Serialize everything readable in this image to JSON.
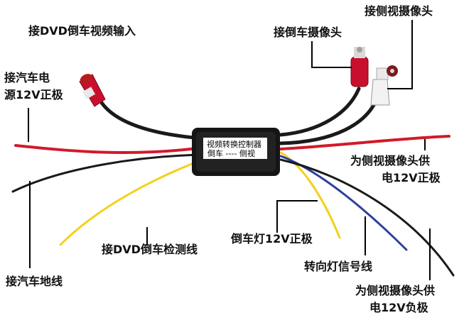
{
  "box": {
    "line1": "视频转换控制器",
    "line2": "倒车 ---- 侧视"
  },
  "labels": {
    "dvd_video_in": "接DVD倒车视频输入",
    "rear_camera": "接倒车摄像头",
    "side_camera": "接侧视摄像头",
    "power_12v_line1": "接汽车电",
    "power_12v_line2": "源12V正极",
    "side_cam_power_pos_line1": "为侧视摄像头供",
    "side_cam_power_pos_line2": "电12V正极",
    "dvd_reverse_detect": "接DVD倒车检测线",
    "reverse_light_12v": "倒车灯12V正极",
    "turn_signal": "转向灯信号线",
    "ground": "接汽车地线",
    "side_cam_power_neg_line1": "为侧视摄像头供",
    "side_cam_power_neg_line2": "电12V负极"
  },
  "colors": {
    "red_wire": "#d11a2a",
    "black_wire": "#1a1a1a",
    "yellow_wire": "#f2d21b",
    "blue_wire": "#2b3f9e",
    "box_body": "#151515",
    "leader_line": "#000000"
  }
}
